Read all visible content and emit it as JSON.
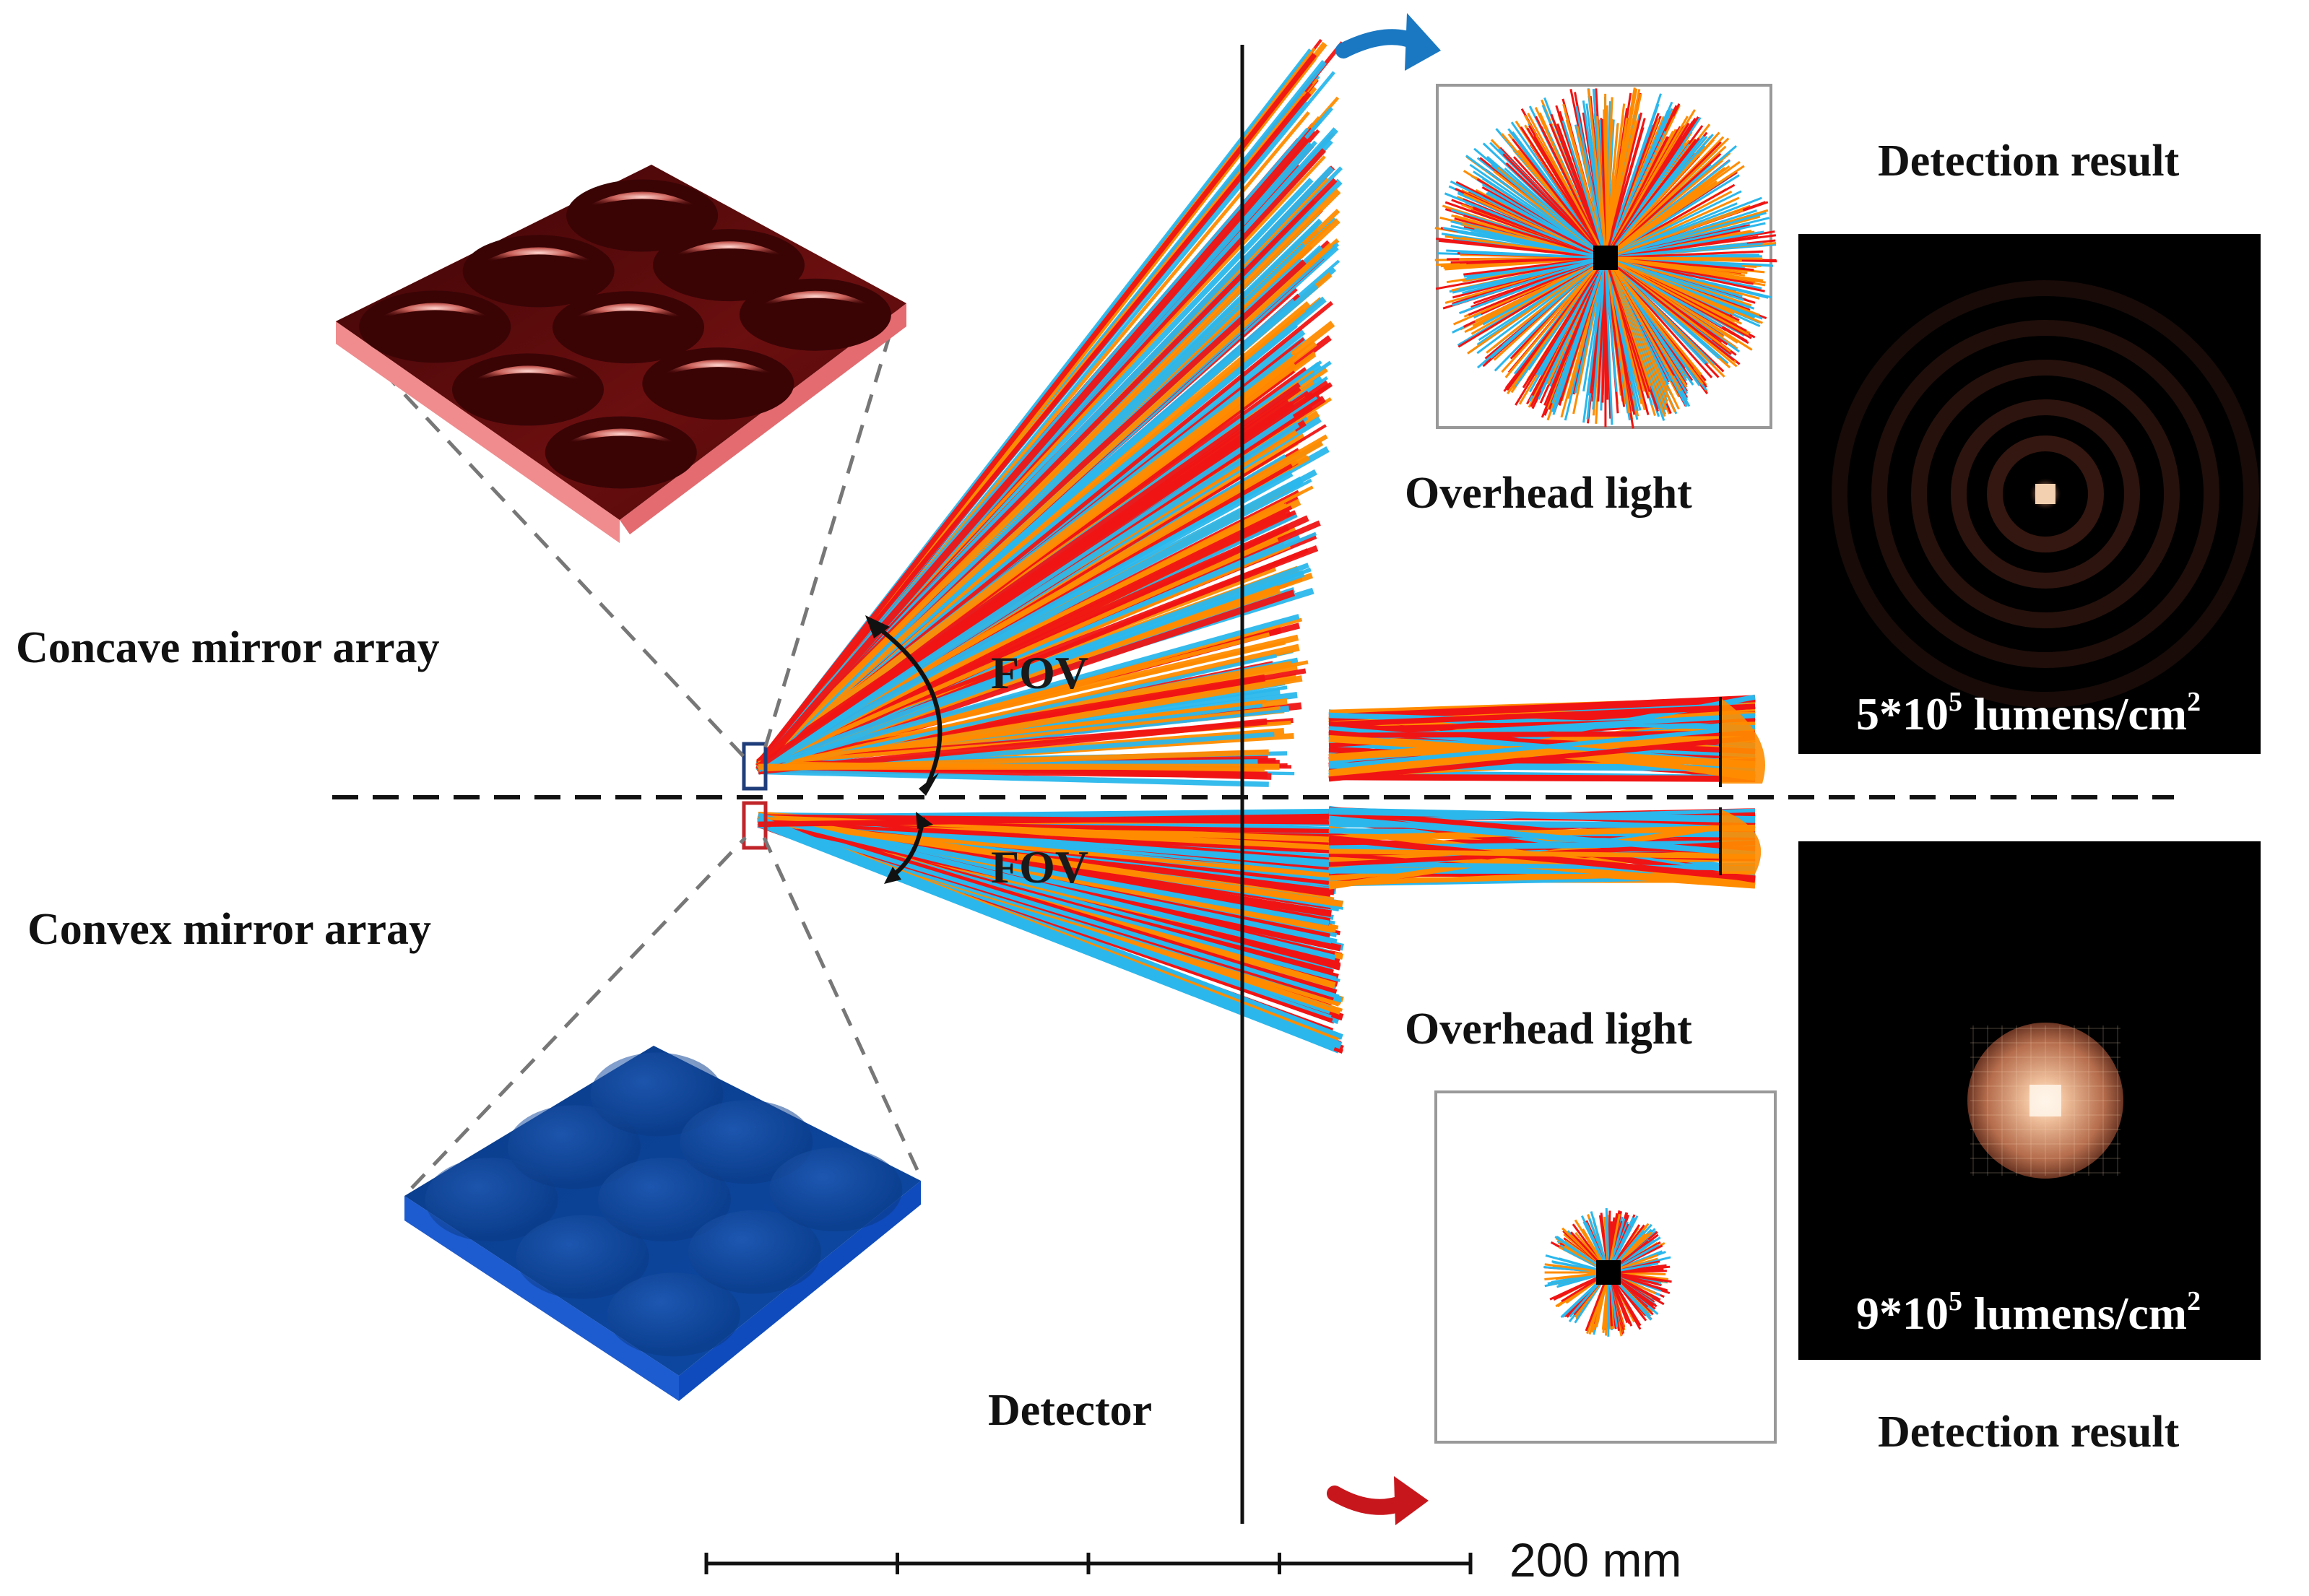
{
  "labels": {
    "concave_mirror_array": "Concave mirror array",
    "convex_mirror_array": "Convex mirror array",
    "fov_top": "FOV",
    "fov_bottom": "FOV",
    "detector": "Detector",
    "overhead_light_top": "Overhead light",
    "overhead_light_bottom": "Overhead light",
    "detection_result_top": "Detection result",
    "detection_result_bottom": "Detection result"
  },
  "results": {
    "top": {
      "value_prefix": "5*10",
      "exponent": "5",
      "unit": " lumens/cm",
      "unit_exp": "2"
    },
    "bottom": {
      "value_prefix": "9*10",
      "exponent": "5",
      "unit": " lumens/cm",
      "unit_exp": "2"
    }
  },
  "scale_bar": {
    "label": "200 mm",
    "divisions": 4
  },
  "colors": {
    "ray_red": "#f01414",
    "ray_orange": "#ff8c00",
    "ray_blue": "#2bb7ec",
    "concave_tile": "#5a0a0a",
    "convex_tile": "#0b3f8f",
    "arrow_blue": "#1a78c2",
    "arrow_red": "#c8161d"
  }
}
